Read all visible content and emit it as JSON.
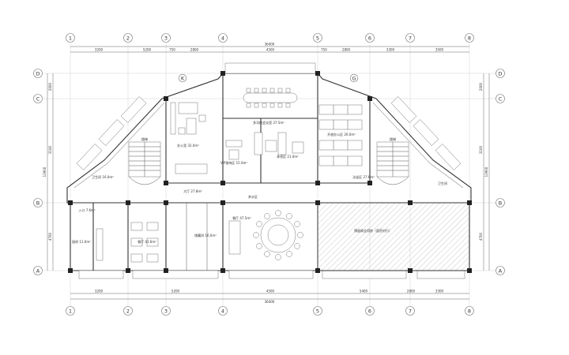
{
  "axes": {
    "columns": [
      "1",
      "2",
      "3",
      "4",
      "5",
      "6",
      "7",
      "8"
    ],
    "rows": [
      "D",
      "C",
      "B",
      "A"
    ],
    "extra_bubbles": [
      "K",
      "G"
    ]
  },
  "dimensions": {
    "top_total": "36400",
    "top_segments": [
      "3200",
      "5200",
      "750",
      "2800",
      "4500",
      "750",
      "2800",
      "3300",
      "3500"
    ],
    "bottom_total": "36400",
    "bottom_segments": [
      "3200",
      "5200",
      "4500",
      "5400",
      "2800",
      "3300"
    ],
    "left_total": "13900",
    "left_segments": [
      "2000",
      "3100",
      "4700"
    ],
    "right_total": "13900",
    "right_segments": [
      "2000",
      "3100",
      "4700"
    ]
  },
  "rooms": {
    "conference": "多功能会议室 37.5m²",
    "office": "办公室 32.0m²",
    "waiting": "VIP接待区 15.0m²",
    "lounge": "休息区 21.0m²",
    "reception": "洽谈区 27.6m²",
    "open_office": "开放办公区 26.0m²",
    "lobby": "大厅 27.8m²",
    "tea": "茶水区",
    "restaurant": "餐厅 47.5m²",
    "stair_left": "楼梯",
    "stair_right": "楼梯",
    "wc_left": "卫生间 16.0m²",
    "wc_right": "卫生间",
    "entrance": "入口 7.6m²",
    "kitchen": "厨房 11.0m²",
    "dining": "餐厅 41.6m²",
    "storage": "储藏间 16.0m²",
    "rental": "预留商业用房（面积另行）"
  }
}
